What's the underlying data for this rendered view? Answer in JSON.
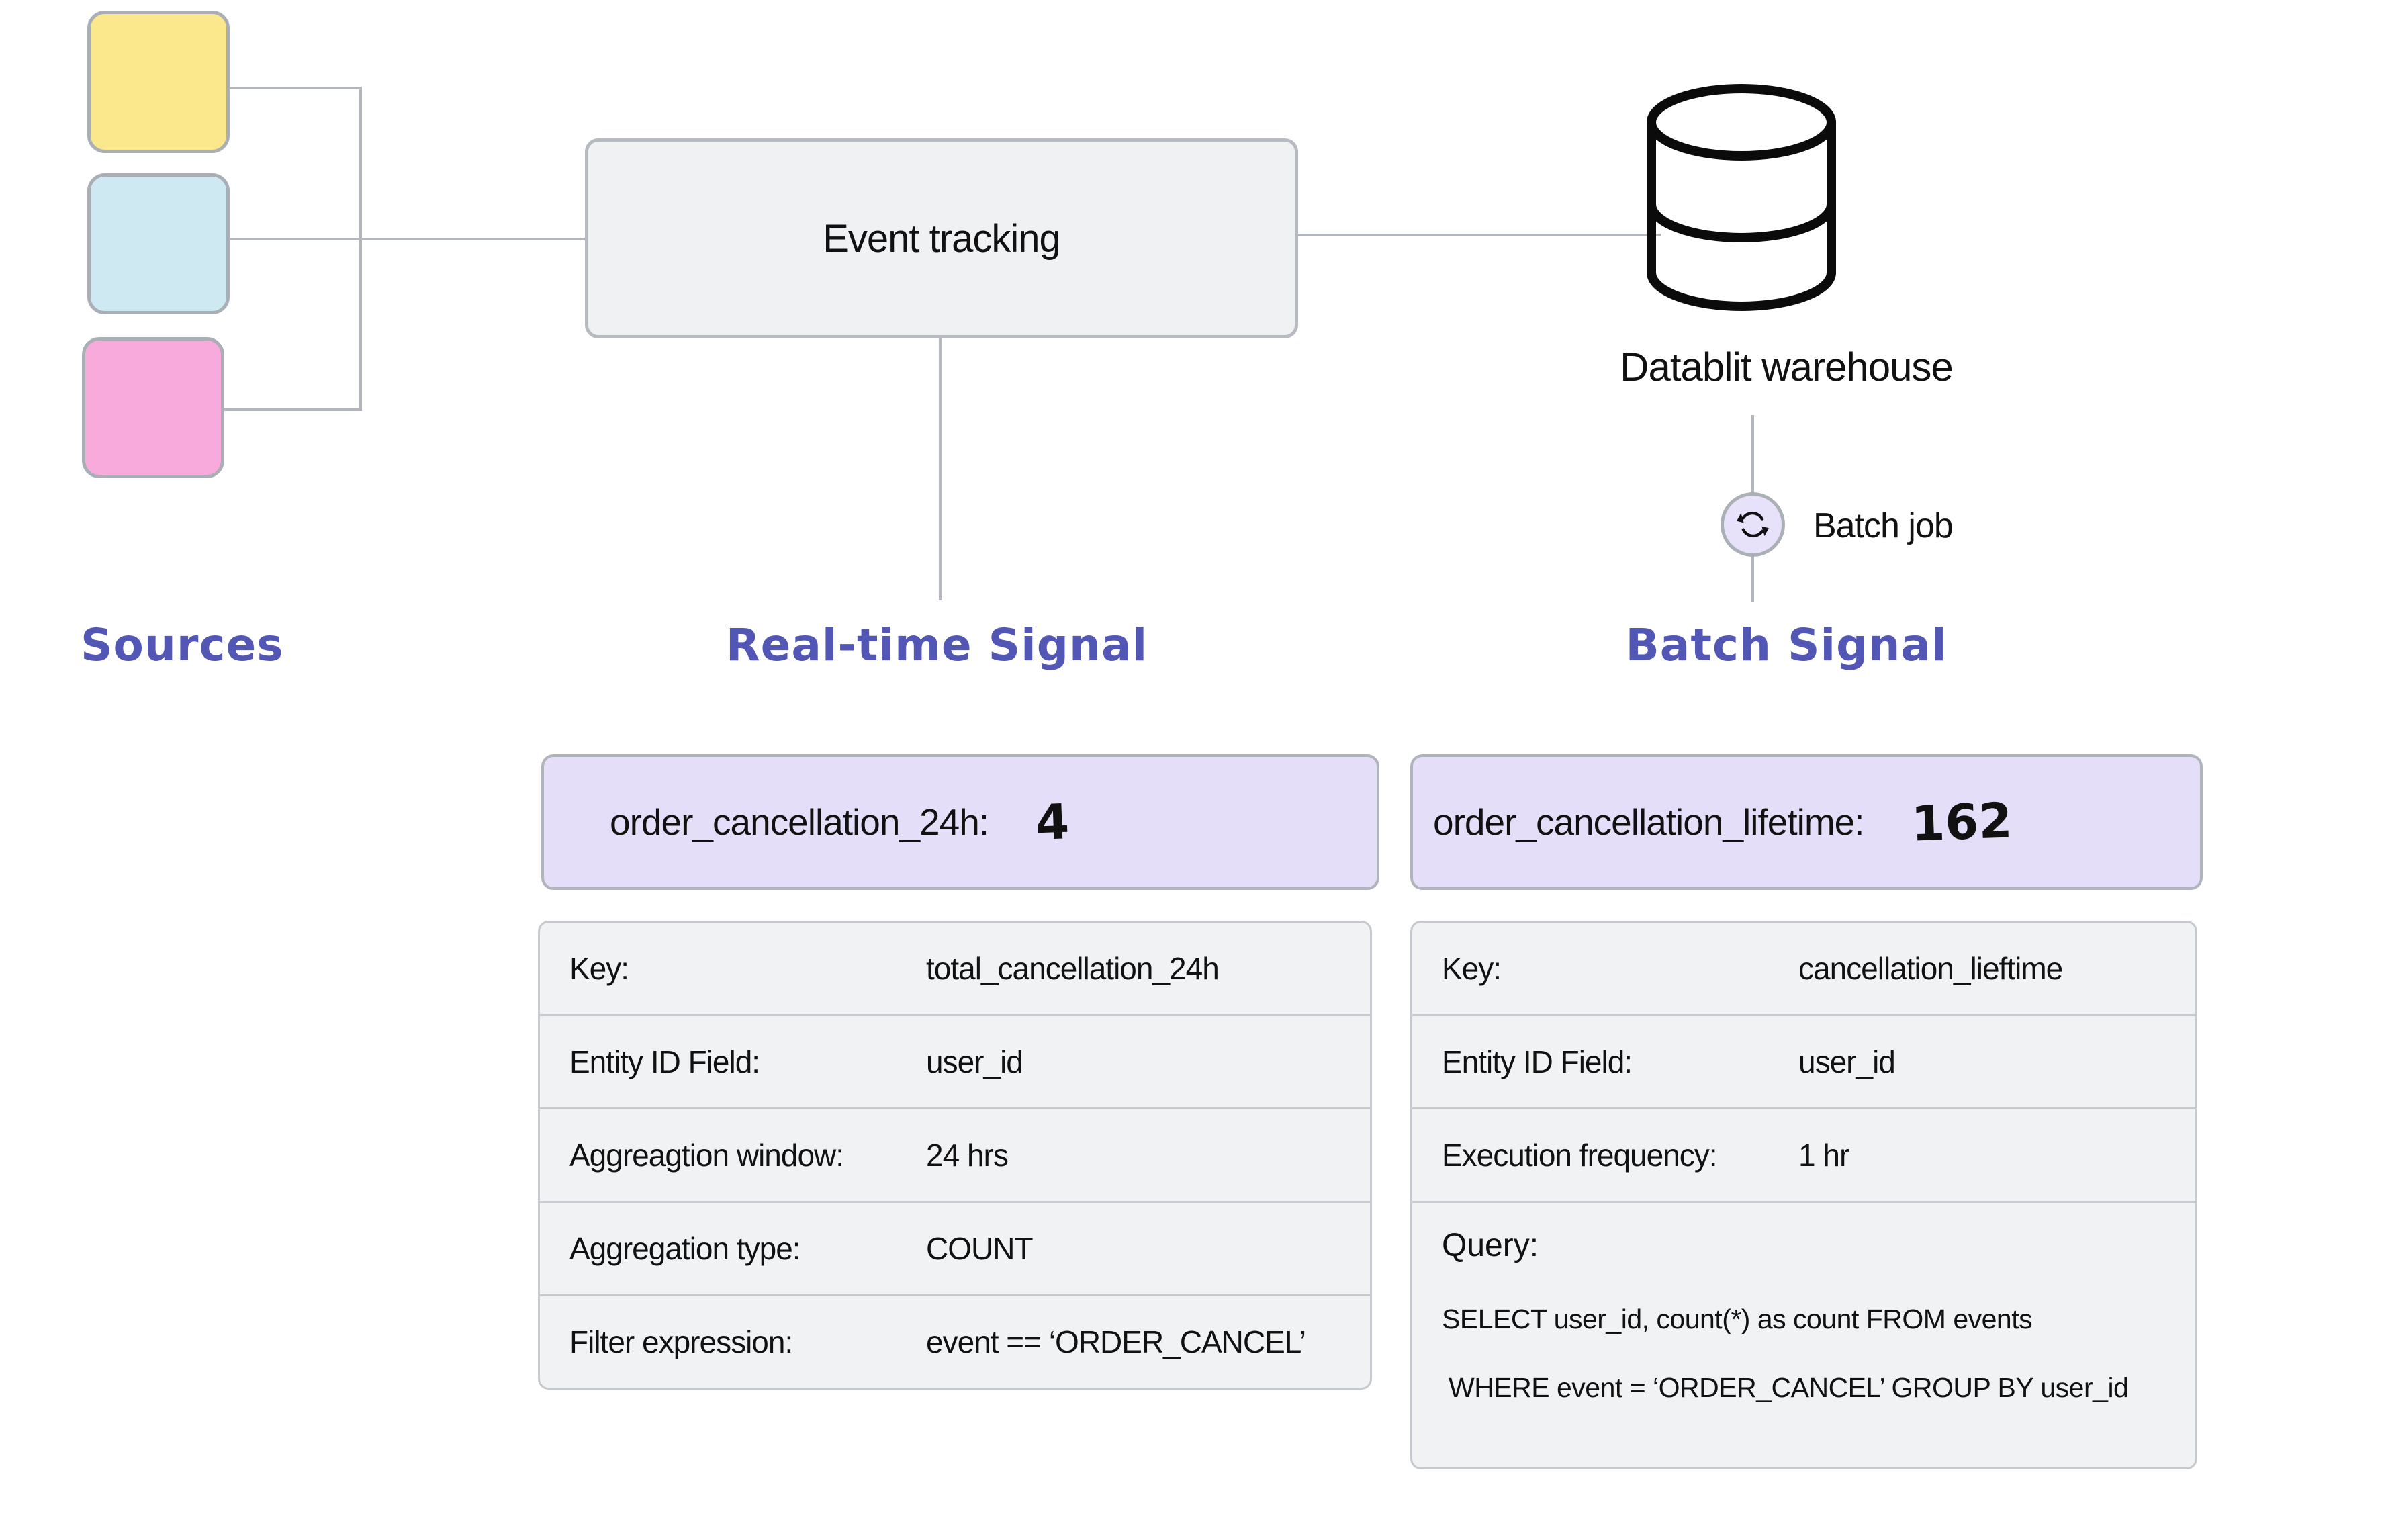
{
  "diagram": {
    "sources_label": "Sources",
    "realtime_label": "Real-time Signal",
    "batch_label": "Batch Signal",
    "event_tracking_title": "Event tracking",
    "warehouse_title": "Datablit warehouse",
    "batch_job_label": "Batch job"
  },
  "realtime_signal": {
    "name": "order_cancellation_24h:",
    "value": "4",
    "rows": [
      {
        "label": "Key:",
        "value": "total_cancellation_24h"
      },
      {
        "label": "Entity ID Field:",
        "value": "user_id"
      },
      {
        "label": "Aggreagtion window:",
        "value": "24 hrs"
      },
      {
        "label": "Aggregation type:",
        "value": "COUNT"
      },
      {
        "label": "Filter expression:",
        "value": "event == ‘ORDER_CANCEL’"
      }
    ]
  },
  "batch_signal": {
    "name": "order_cancellation_lifetime:",
    "value": "162",
    "rows": [
      {
        "label": "Key:",
        "value": "cancellation_lieftime"
      },
      {
        "label": "Entity ID Field:",
        "value": "user_id"
      },
      {
        "label": "Execution frequency:",
        "value": "1 hr"
      }
    ],
    "query_label": "Query:",
    "query_line1": "SELECT user_id, count(*) as count FROM events",
    "query_line2": "WHERE event = ‘ORDER_CANCEL’ GROUP BY user_id"
  },
  "icons": {
    "database": "database-icon",
    "refresh": "refresh-icon"
  },
  "colors": {
    "source_yellow": "#fbe88d",
    "source_blue": "#cfe9f3",
    "source_pink": "#f8aadc",
    "accent_purple": "#5256b4",
    "signal_chip_fill": "#e4def8",
    "batch_circle_fill": "#e7e2f9",
    "panel_fill": "#f1f2f4",
    "node_fill": "#f0f1f3",
    "line_gray": "#b3b7bc"
  }
}
